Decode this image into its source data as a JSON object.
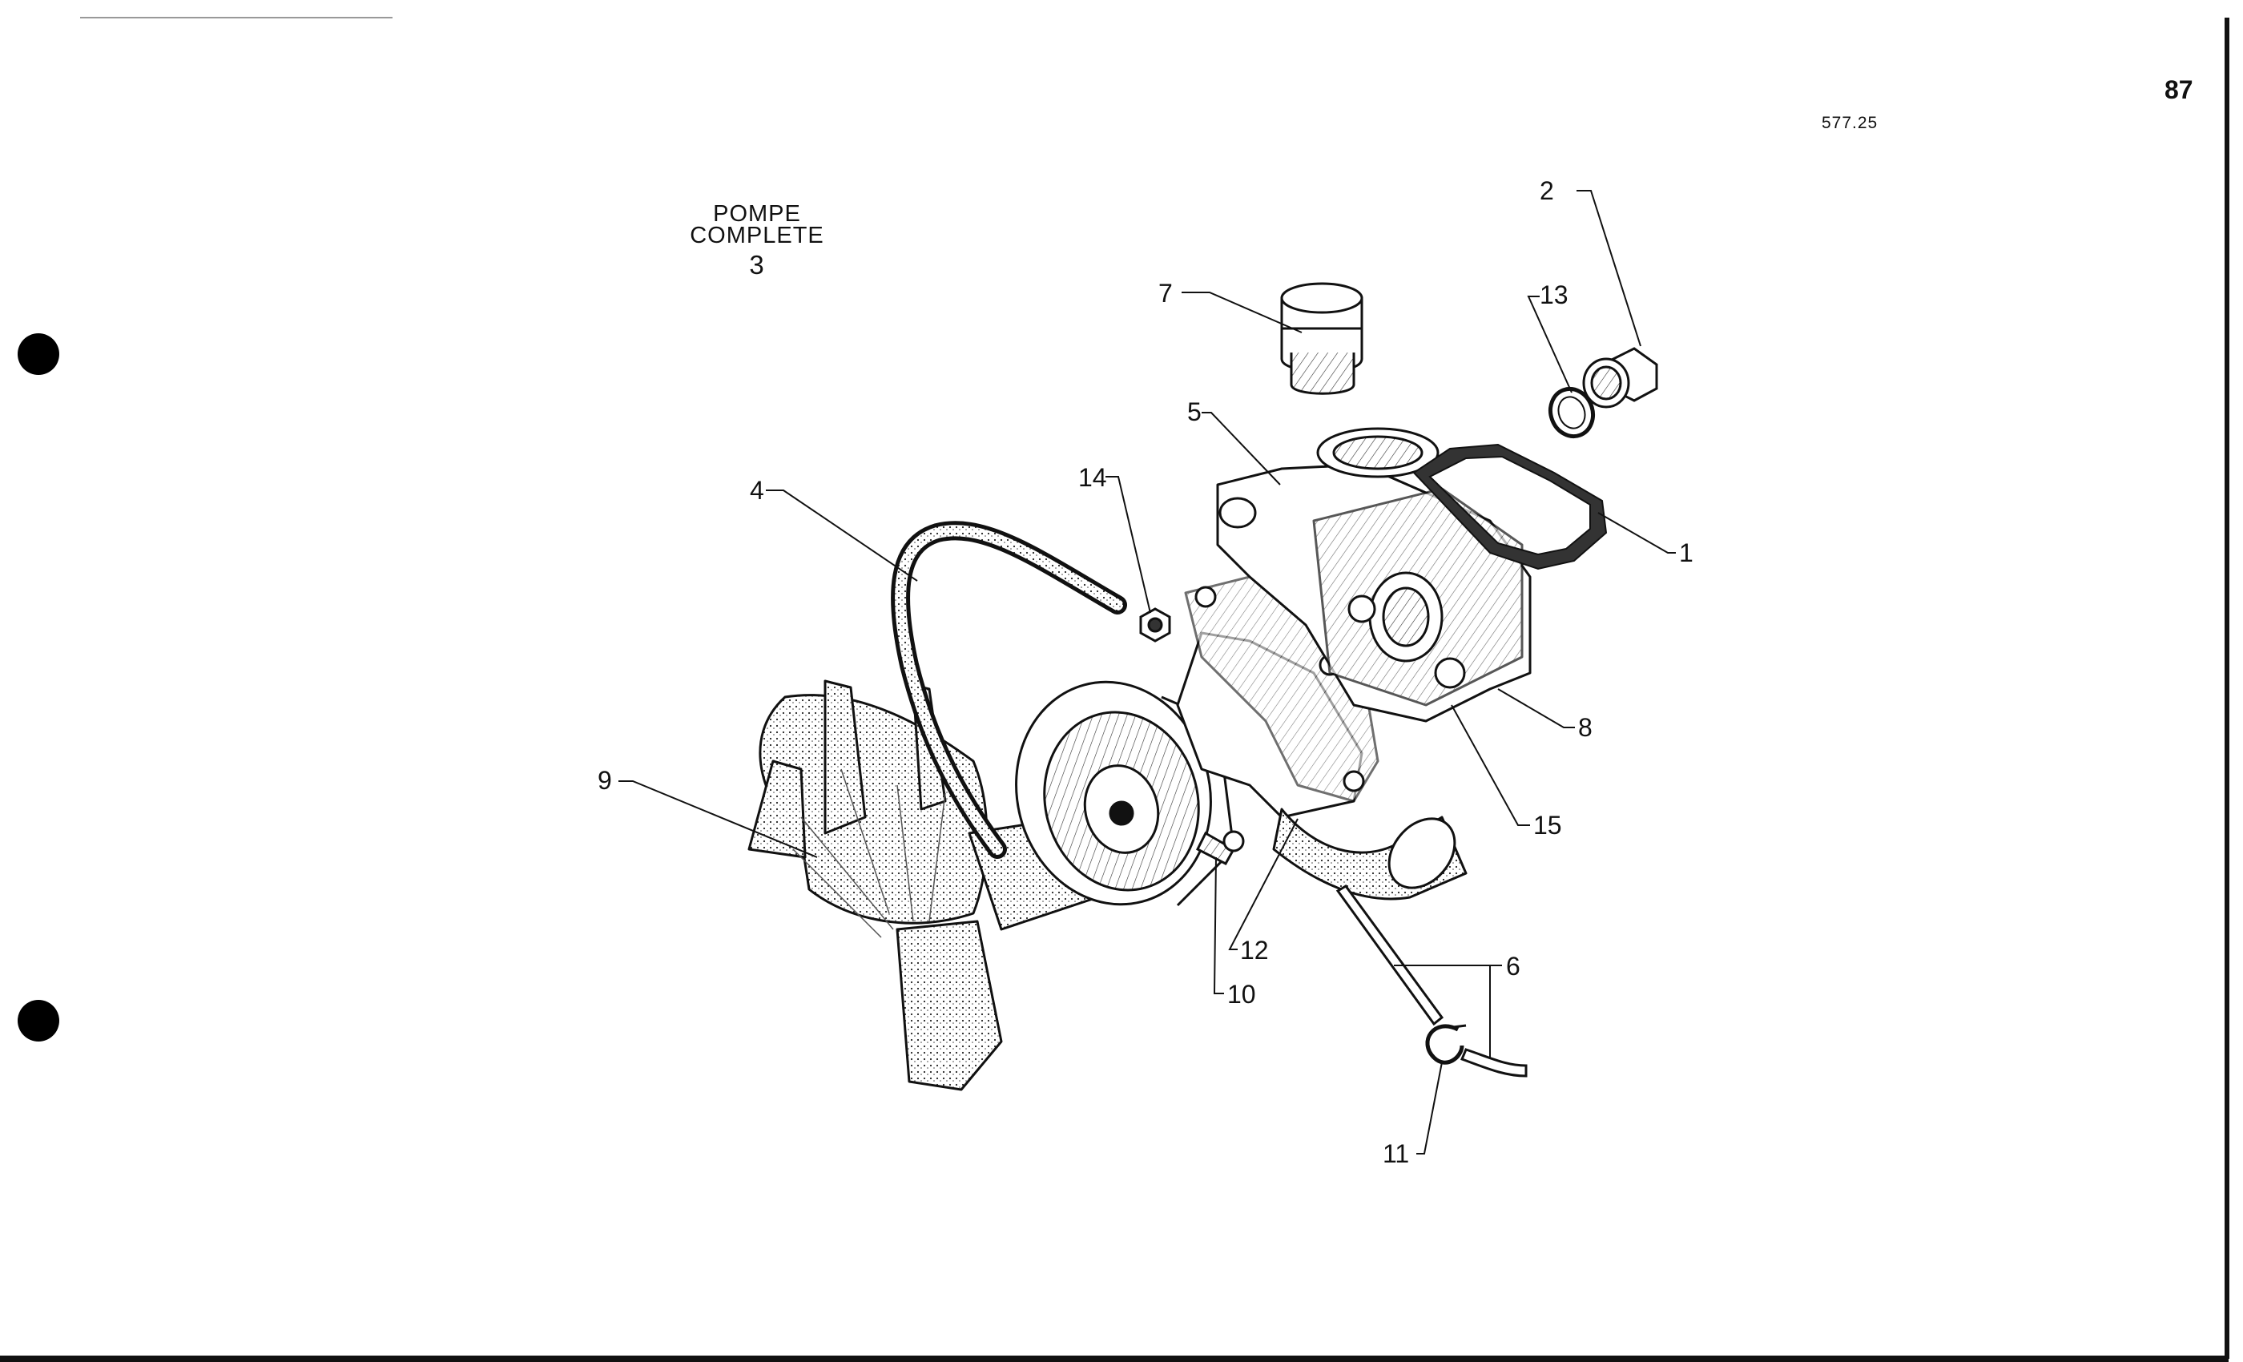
{
  "page": {
    "number": "87",
    "ref_code": "577.25",
    "assembly_label": {
      "line1": "POMPE",
      "line2": "COMPLETE",
      "number": "3"
    }
  },
  "diagram": {
    "callouts": [
      {
        "id": "c1",
        "label": "1",
        "part": "pump-gasket"
      },
      {
        "id": "c2",
        "label": "2",
        "part": "drain-plug"
      },
      {
        "id": "c4",
        "label": "4",
        "part": "fan-belt"
      },
      {
        "id": "c5",
        "label": "5",
        "part": "pump-housing"
      },
      {
        "id": "c6",
        "label": "6",
        "part": "hose"
      },
      {
        "id": "c7",
        "label": "7",
        "part": "pump-body-plate"
      },
      {
        "id": "c8",
        "label": "8",
        "part": "thermostat-housing"
      },
      {
        "id": "c9",
        "label": "9",
        "part": "cooling-fan"
      },
      {
        "id": "c10",
        "label": "10",
        "part": "screw"
      },
      {
        "id": "c11",
        "label": "11",
        "part": "pump-outlet-stud"
      },
      {
        "id": "c12",
        "label": "12",
        "part": "hose-clip"
      },
      {
        "id": "c13",
        "label": "13",
        "part": "sealing-washer"
      },
      {
        "id": "c14",
        "label": "14",
        "part": "nut"
      },
      {
        "id": "c15",
        "label": "15",
        "part": "inner-gasket"
      }
    ]
  },
  "colors": {
    "ink": "#111111",
    "paper": "#ffffff",
    "shade": "#d9d9d9"
  }
}
